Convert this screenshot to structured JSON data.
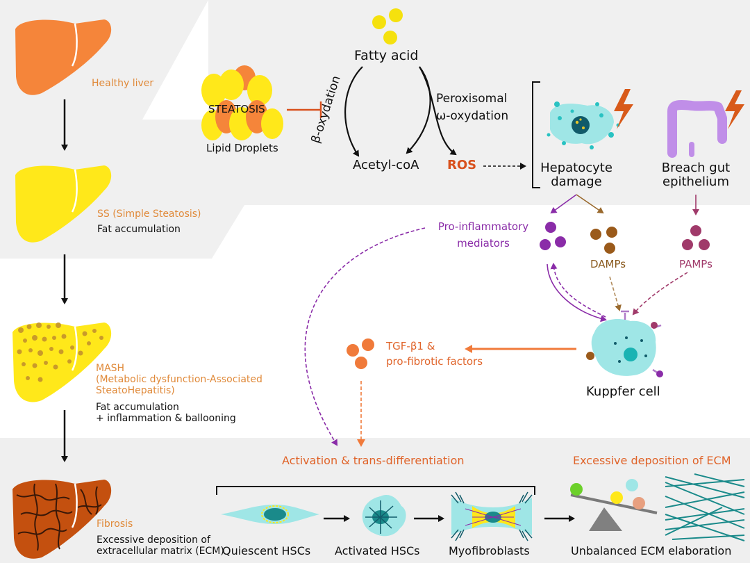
{
  "stages": {
    "healthy": {
      "title": "Healthy liver"
    },
    "ss": {
      "title": "SS (Simple Steatosis)",
      "desc": "Fat accumulation"
    },
    "mash": {
      "title_line1": "MASH",
      "title_line2": "(Metabolic dysfunction-Associated",
      "title_line3": "SteatoHepatitis)",
      "desc_line1": "Fat accumulation",
      "desc_line2": "+ inflammation & ballooning"
    },
    "fibrosis": {
      "title": "Fibrosis",
      "desc_line1": "Excessive deposition of",
      "desc_line2": "extracellular matrix (ECM)"
    }
  },
  "steatosis": {
    "label": "STEATOSIS",
    "droplets_label": "Lipid Droplets"
  },
  "metabolism": {
    "fatty_acid": "Fatty acid",
    "beta_oxidation": "β-oxydation",
    "peroxisomal_line1": "Peroxisomal",
    "peroxisomal_line2": "ω-oxydation",
    "acetyl_coa": "Acetyl-coA",
    "ros": "ROS"
  },
  "damage": {
    "hepatocyte_line1": "Hepatocyte",
    "hepatocyte_line2": "damage",
    "gut_line1": "Breach gut",
    "gut_line2": "epithelium"
  },
  "mediators": {
    "pro_inflam_line1": "Pro-inflammatory",
    "pro_inflam_line2": "mediators",
    "damps": "DAMPs",
    "pamps": "PAMPs"
  },
  "kupffer": {
    "label": "Kuppfer cell"
  },
  "tgf": {
    "line1": "TGF-β1 &",
    "line2": "pro-fibrotic factors"
  },
  "activation": {
    "title": "Activation & trans-differentiation",
    "quiescent": "Quiescent HSCs",
    "activated": "Activated HSCs",
    "myofibroblasts": "Myofibroblasts"
  },
  "ecm": {
    "title": "Excessive deposition of ECM",
    "unbalanced": "Unbalanced ECM elaboration"
  },
  "colors": {
    "panel_gray": "#efefef",
    "liver_healthy": "#f5853a",
    "liver_fatty": "#ffe81a",
    "liver_fibrosis": "#c4500f",
    "purple": "#8a2ca8",
    "orange": "#f07a3a",
    "teal": "#9fe6e6"
  }
}
